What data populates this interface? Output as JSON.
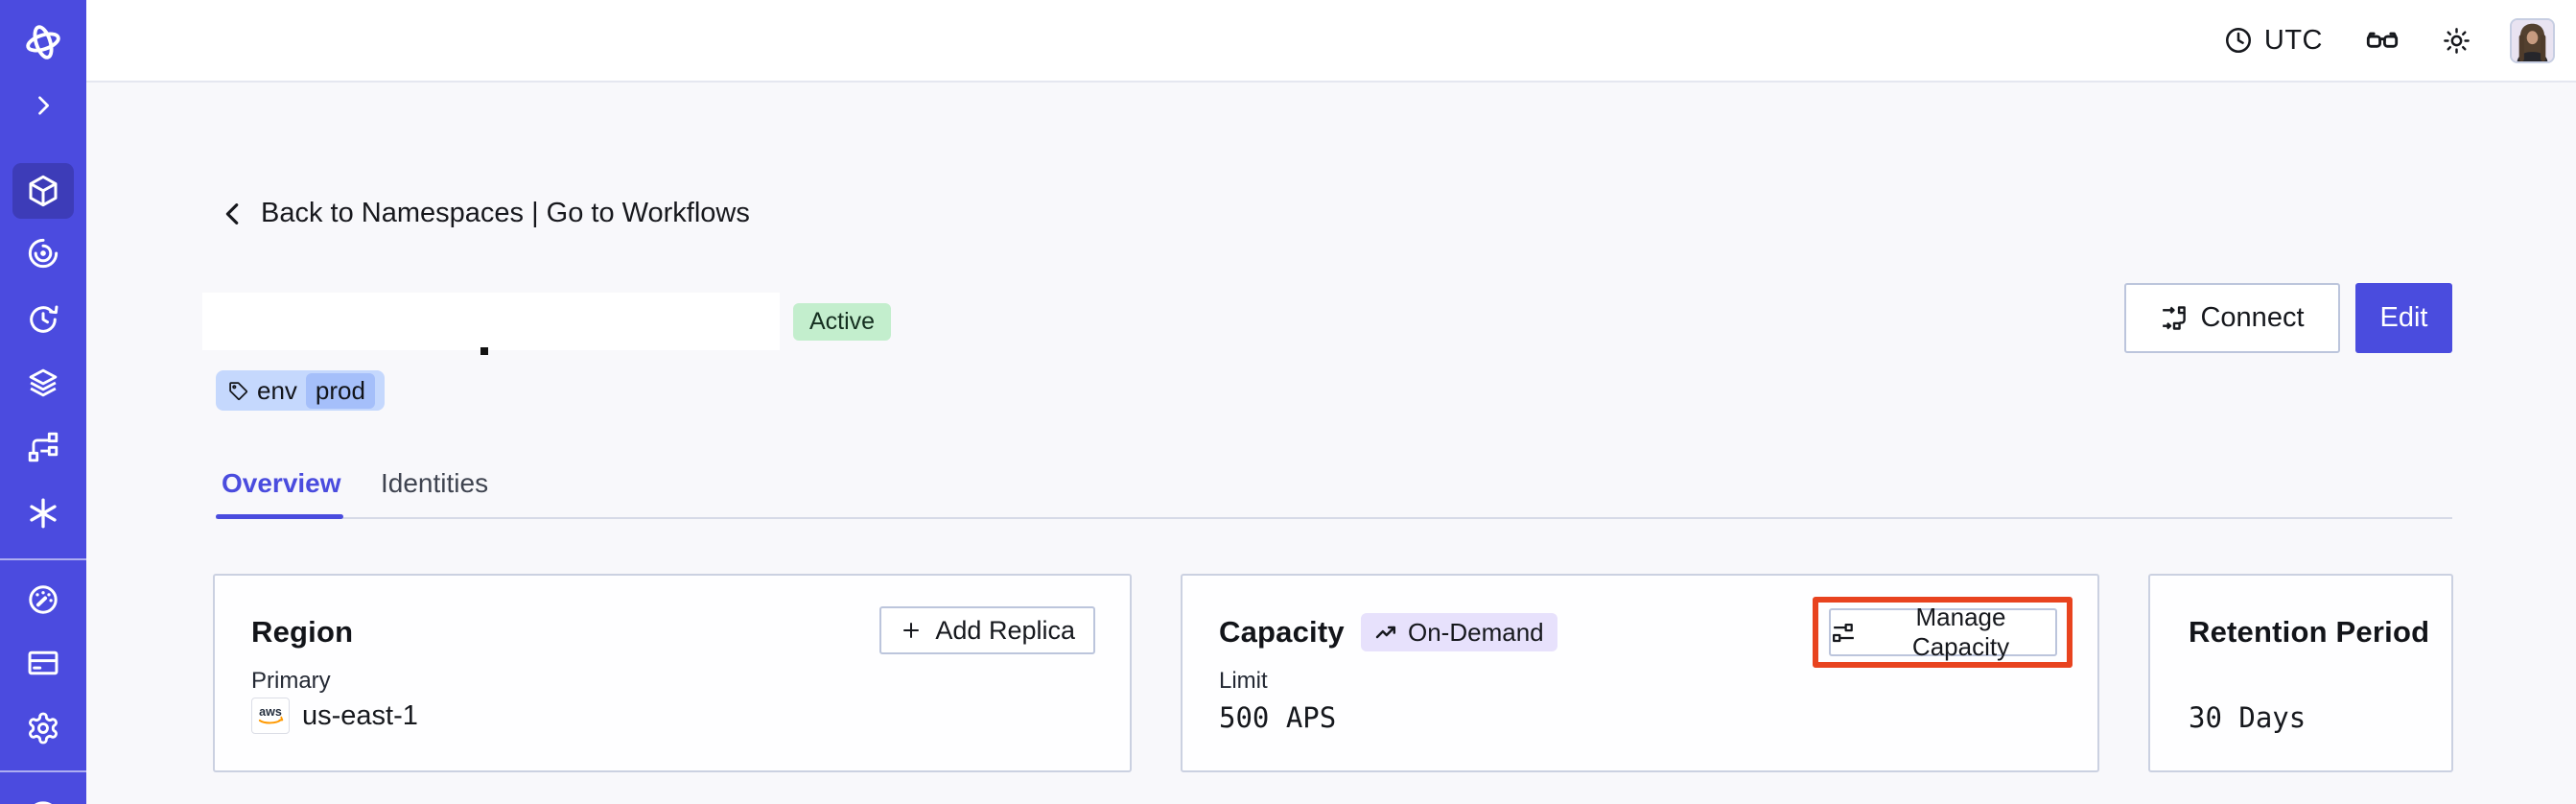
{
  "sidebar": {
    "icons": [
      "temporal-logo",
      "expand-chevron",
      "namespaces",
      "workflows",
      "schedules",
      "deployments",
      "batch-operations",
      "nexus",
      "usage",
      "billing",
      "settings",
      "account"
    ],
    "selected": "namespaces",
    "colors": {
      "background": "#4B4BDF",
      "selected_background": "#3D3CB8"
    }
  },
  "topbar": {
    "timezone": "UTC",
    "icons": [
      "clock-icon",
      "glasses-icon",
      "light-mode-icon",
      "user-avatar"
    ]
  },
  "header": {
    "back_link": "Back to Namespaces | Go to Workflows",
    "status_badge": "Active",
    "tag": {
      "key": "env",
      "value": "prod"
    },
    "connect_label": "Connect",
    "edit_label": "Edit"
  },
  "tabs": {
    "items": [
      {
        "label": "Overview",
        "active": true
      },
      {
        "label": "Identities",
        "active": false
      }
    ]
  },
  "cards": {
    "region": {
      "title": "Region",
      "button_label": "Add Replica",
      "field_label": "Primary",
      "provider": "aws",
      "value": "us-east-1"
    },
    "capacity": {
      "title": "Capacity",
      "badge_label": "On-Demand",
      "button_label": "Manage Capacity",
      "field_label": "Limit",
      "value": "500 APS"
    },
    "retention": {
      "title": "Retention Period",
      "value": "30 Days"
    }
  },
  "colors": {
    "accent_indigo": "#4A4CDE",
    "sidebar_indigo": "#4B4BDF",
    "active_badge_green": "#C3EECD",
    "tag_blue": "#C5D8FD",
    "tag_chip_blue": "#A5BFFA",
    "on_demand_purple": "#E7E1FC",
    "annotation_red": "#E8431F",
    "page_background": "#F8F8FB",
    "aws_orange": "#FF9900"
  }
}
